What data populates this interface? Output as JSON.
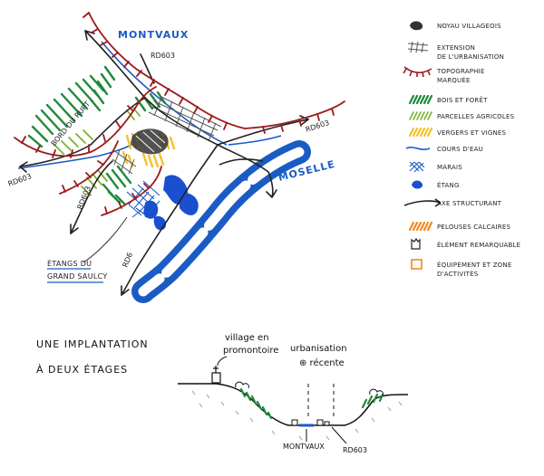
{
  "map": {
    "places": {
      "montvaux": "MONTVAUX",
      "moselle": "MOSELLE",
      "etangs_line1": "ÉTANGS DU",
      "etangs_line2": "GRAND SAULCY"
    },
    "roads": {
      "rd603_top": "RD603",
      "rd603_right": "RD603",
      "rd603_left": "RD603",
      "rd603b": "RD603",
      "rd6": "RD6",
      "bord_du_rupt": "BORD DU RUPT"
    }
  },
  "legend": {
    "items": [
      {
        "id": "noyau",
        "label": [
          "NOYAU VILLAGEOIS"
        ],
        "color": "#333333",
        "icon": "hatched-blob"
      },
      {
        "id": "extension",
        "label": [
          "EXTENSION",
          "DE L'URBANISATION"
        ],
        "color": "#555555",
        "icon": "grid"
      },
      {
        "id": "topographie",
        "label": [
          "TOPOGRAPHIE",
          "MARQUÉE"
        ],
        "color": "#9b1b1b",
        "icon": "ridge-line"
      },
      {
        "id": "bois",
        "label": [
          "BOIS ET FORÊT"
        ],
        "color": "#1f8a3a",
        "icon": "dense-strokes"
      },
      {
        "id": "parcelles",
        "label": [
          "PARCELLES AGRICOLES"
        ],
        "color": "#7ab32e",
        "icon": "light-strokes"
      },
      {
        "id": "vergers",
        "label": [
          "VERGERS ET VIGNES"
        ],
        "color": "#f2c12e",
        "icon": "yellow-strokes"
      },
      {
        "id": "eau",
        "label": [
          "COURS D'EAU"
        ],
        "color": "#1a5cc4",
        "icon": "wave-line"
      },
      {
        "id": "marais",
        "label": [
          "MARAIS"
        ],
        "color": "#1a5cc4",
        "icon": "cross-hatch"
      },
      {
        "id": "etang",
        "label": [
          "ÉTANG"
        ],
        "color": "#1a4fd0",
        "icon": "blob"
      },
      {
        "id": "axe",
        "label": [
          "AXE STRUCTURANT"
        ],
        "color": "#222222",
        "icon": "arrow-line"
      },
      {
        "id": "pelouses",
        "label": [
          "PELOUSES CALCAIRES"
        ],
        "color": "#f08a1e",
        "icon": "orange-strokes"
      },
      {
        "id": "element",
        "label": [
          "ÉLÉMENT REMARQUABLE"
        ],
        "color": "#222222",
        "icon": "building"
      },
      {
        "id": "equipement",
        "label": [
          "ÉQUIPEMENT ET ZONE",
          "D'ACTIVITÉS"
        ],
        "color": "#f08a1e",
        "icon": "orange-square"
      }
    ]
  },
  "section": {
    "title_line1": "UNE IMPLANTATION",
    "title_line2": "À DEUX ÉTAGES",
    "note_village_1": "village en",
    "note_village_2": "promontoire",
    "note_urban_1": "urbanisation",
    "note_urban_2": "⊕ récente",
    "label_montvaux": "MONTVAUX",
    "label_rd603": "RD603"
  }
}
